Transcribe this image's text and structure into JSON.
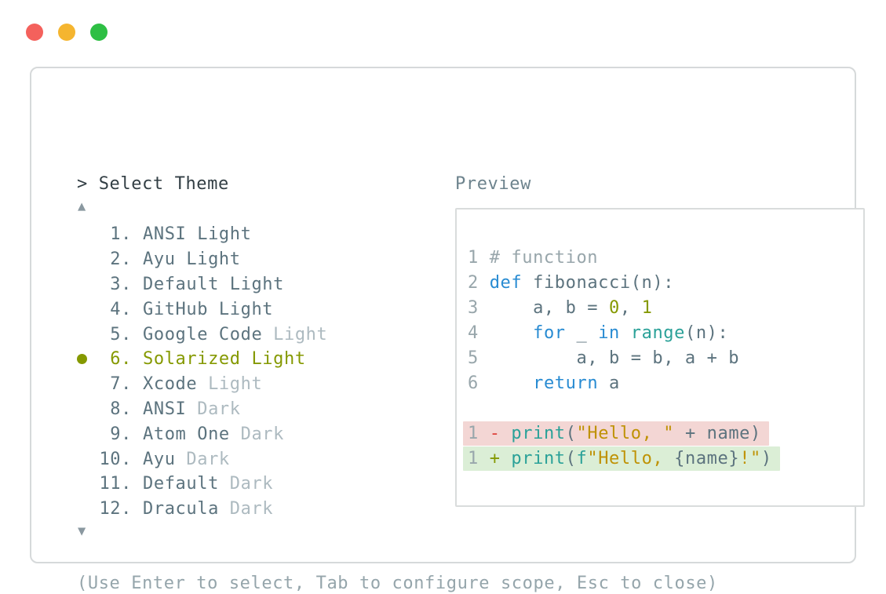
{
  "window": {
    "controls": [
      {
        "name": "close",
        "color": "#f4615c"
      },
      {
        "name": "minimize",
        "color": "#f5b52f"
      },
      {
        "name": "zoom",
        "color": "#2ebf44"
      }
    ]
  },
  "header": {
    "prompt": "> Select Theme",
    "preview_label": "Preview"
  },
  "list": {
    "scroll_up_glyph": "▲",
    "scroll_down_glyph": "▼",
    "items": [
      {
        "num": "1.",
        "name": "ANSI",
        "variant": "Light",
        "dim_variant": false,
        "selected": false
      },
      {
        "num": "2.",
        "name": "Ayu",
        "variant": "Light",
        "dim_variant": false,
        "selected": false
      },
      {
        "num": "3.",
        "name": "Default",
        "variant": "Light",
        "dim_variant": false,
        "selected": false
      },
      {
        "num": "4.",
        "name": "GitHub",
        "variant": "Light",
        "dim_variant": false,
        "selected": false
      },
      {
        "num": "5.",
        "name": "Google Code",
        "variant": "Light",
        "dim_variant": true,
        "selected": false
      },
      {
        "num": "6.",
        "name": "Solarized",
        "variant": "Light",
        "dim_variant": false,
        "selected": true
      },
      {
        "num": "7.",
        "name": "Xcode",
        "variant": "Light",
        "dim_variant": true,
        "selected": false
      },
      {
        "num": "8.",
        "name": "ANSI",
        "variant": "Dark",
        "dim_variant": true,
        "selected": false
      },
      {
        "num": "9.",
        "name": "Atom One",
        "variant": "Dark",
        "dim_variant": true,
        "selected": false
      },
      {
        "num": "10.",
        "name": "Ayu",
        "variant": "Dark",
        "dim_variant": true,
        "selected": false
      },
      {
        "num": "11.",
        "name": "Default",
        "variant": "Dark",
        "dim_variant": true,
        "selected": false
      },
      {
        "num": "12.",
        "name": "Dracula",
        "variant": "Dark",
        "dim_variant": true,
        "selected": false
      }
    ]
  },
  "preview": {
    "lines": [
      {
        "tokens": [
          {
            "t": "1 ",
            "c": "lineno"
          },
          {
            "t": "# function",
            "c": "comment"
          }
        ]
      },
      {
        "tokens": [
          {
            "t": "2 ",
            "c": "lineno"
          },
          {
            "t": "def",
            "c": "blue"
          },
          {
            "t": " fibonacci(n):",
            "c": "fg"
          }
        ]
      },
      {
        "tokens": [
          {
            "t": "3 ",
            "c": "lineno"
          },
          {
            "t": "    a, b = ",
            "c": "fg"
          },
          {
            "t": "0",
            "c": "olive"
          },
          {
            "t": ", ",
            "c": "fg"
          },
          {
            "t": "1",
            "c": "olive"
          }
        ]
      },
      {
        "tokens": [
          {
            "t": "4 ",
            "c": "lineno"
          },
          {
            "t": "    ",
            "c": "fg"
          },
          {
            "t": "for",
            "c": "blue"
          },
          {
            "t": " _ ",
            "c": "fg"
          },
          {
            "t": "in",
            "c": "blue"
          },
          {
            "t": " ",
            "c": "fg"
          },
          {
            "t": "range",
            "c": "cyan"
          },
          {
            "t": "(n):",
            "c": "fg"
          }
        ]
      },
      {
        "tokens": [
          {
            "t": "5 ",
            "c": "lineno"
          },
          {
            "t": "        a, b = b, a + b",
            "c": "fg"
          }
        ]
      },
      {
        "tokens": [
          {
            "t": "6 ",
            "c": "lineno"
          },
          {
            "t": "    ",
            "c": "fg"
          },
          {
            "t": "return",
            "c": "blue"
          },
          {
            "t": " a",
            "c": "fg"
          }
        ]
      },
      {
        "tokens": []
      },
      {
        "bg": "removed_bg",
        "tokens": [
          {
            "t": "1 ",
            "c": "lineno"
          },
          {
            "t": "- ",
            "c": "red"
          },
          {
            "t": "print",
            "c": "cyan"
          },
          {
            "t": "(",
            "c": "fg"
          },
          {
            "t": "\"Hello, \"",
            "c": "gold"
          },
          {
            "t": " + name)",
            "c": "fg"
          }
        ]
      },
      {
        "bg": "added_bg",
        "tokens": [
          {
            "t": "1 ",
            "c": "lineno"
          },
          {
            "t": "+ ",
            "c": "olive"
          },
          {
            "t": "print",
            "c": "cyan"
          },
          {
            "t": "(",
            "c": "fg"
          },
          {
            "t": "f",
            "c": "cyan"
          },
          {
            "t": "\"Hello, ",
            "c": "gold"
          },
          {
            "t": "{name}",
            "c": "fg"
          },
          {
            "t": "!\"",
            "c": "gold"
          },
          {
            "t": ")",
            "c": "fg"
          }
        ]
      }
    ]
  },
  "footer": {
    "hint": "(Use Enter to select, Tab to configure scope, Esc to close)"
  },
  "colors": {
    "fg": "#5c737e",
    "lineno": "#98a6ab",
    "comment": "#98a6ab",
    "blue": "#288bd2",
    "cyan": "#2aa198",
    "olive": "#859900",
    "gold": "#bf9204",
    "red": "#dd423c",
    "removed_bg": "#f3d6d4",
    "added_bg": "#dbeed6"
  }
}
